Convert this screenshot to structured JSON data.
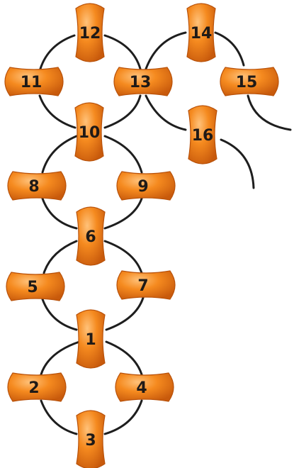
{
  "beads": [
    {
      "id": "b1",
      "label": "1",
      "orientation": "vertical"
    },
    {
      "id": "b2",
      "label": "2",
      "orientation": "horizontal"
    },
    {
      "id": "b3",
      "label": "3",
      "orientation": "vertical"
    },
    {
      "id": "b4",
      "label": "4",
      "orientation": "horizontal"
    },
    {
      "id": "b5",
      "label": "5",
      "orientation": "horizontal"
    },
    {
      "id": "b6",
      "label": "6",
      "orientation": "vertical"
    },
    {
      "id": "b7",
      "label": "7",
      "orientation": "horizontal"
    },
    {
      "id": "b8",
      "label": "8",
      "orientation": "horizontal"
    },
    {
      "id": "b9",
      "label": "9",
      "orientation": "horizontal"
    },
    {
      "id": "b10",
      "label": "10",
      "orientation": "vertical"
    },
    {
      "id": "b11",
      "label": "11",
      "orientation": "horizontal"
    },
    {
      "id": "b12",
      "label": "12",
      "orientation": "vertical"
    },
    {
      "id": "b13",
      "label": "13",
      "orientation": "horizontal"
    },
    {
      "id": "b14",
      "label": "14",
      "orientation": "vertical"
    },
    {
      "id": "b15",
      "label": "15",
      "orientation": "horizontal"
    },
    {
      "id": "b16",
      "label": "16",
      "orientation": "vertical"
    }
  ],
  "colors": {
    "bead_light": "#ffc27a",
    "bead_mid": "#f58a1f",
    "bead_dark": "#c85a0c",
    "wire": "#1e1e1e",
    "label": "#1f1a17",
    "background": "#ffffff"
  }
}
